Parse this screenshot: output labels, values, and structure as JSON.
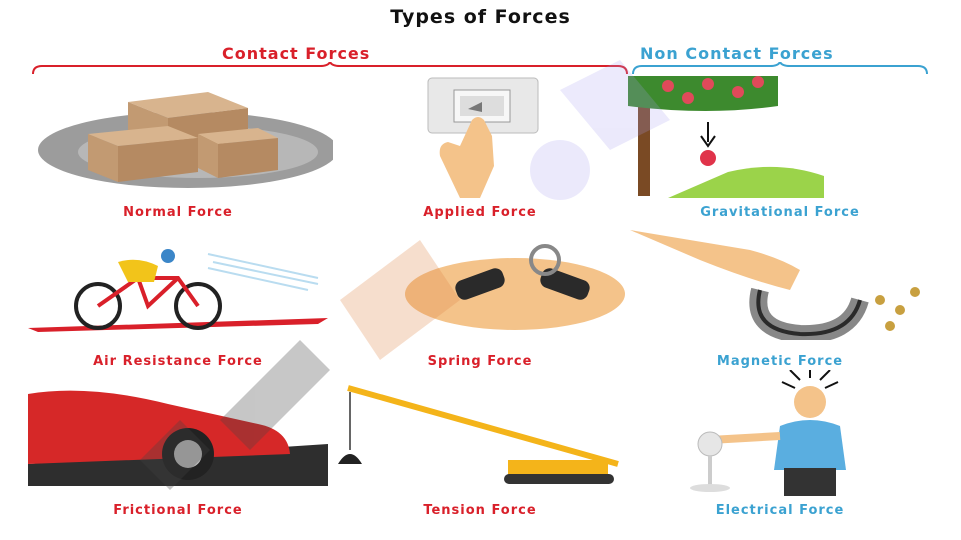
{
  "title": "Types of Forces",
  "groups": {
    "contact": "Contact Forces",
    "non_contact": "Non Contact Forces"
  },
  "captions": {
    "normal": "Normal Force",
    "applied": "Applied Force",
    "gravitational": "Gravitational Force",
    "air_resistance": "Air Resistance Force",
    "spring": "Spring Force",
    "magnetic": "Magnetic Force",
    "frictional": "Frictional Force",
    "tension": "Tension Force",
    "electrical": "Electrical Force"
  },
  "colors": {
    "contact": "#d9202a",
    "non_contact": "#3ba2d1"
  }
}
